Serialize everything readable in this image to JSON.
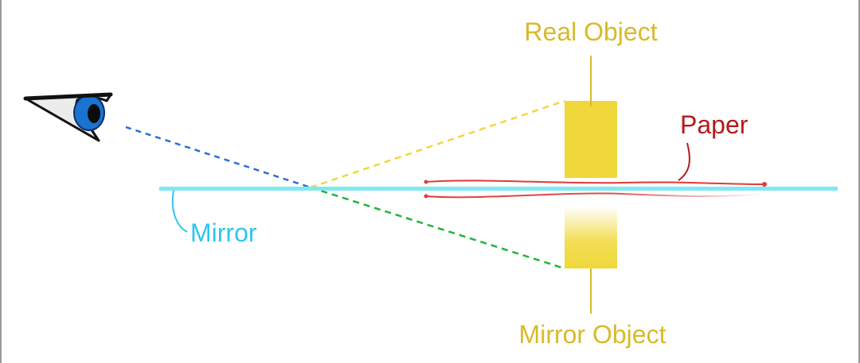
{
  "labels": {
    "real_object": "Real Object",
    "mirror_object": "Mirror Object",
    "paper": "Paper",
    "mirror": "Mirror"
  },
  "colors": {
    "object": "#f0d83a",
    "label_gold": "#d9b92b",
    "paper": "#b41a1a",
    "paper_line": "#e03a3a",
    "mirror": "#7fe8f2",
    "mirror_label": "#2ec6ec",
    "sight_line": "#2a6fd6",
    "real_ray": "#f0d83a",
    "reflected_ray": "#22b33a",
    "eye_iris": "#1a73d1"
  },
  "icons": {
    "eye": "eye-icon"
  }
}
